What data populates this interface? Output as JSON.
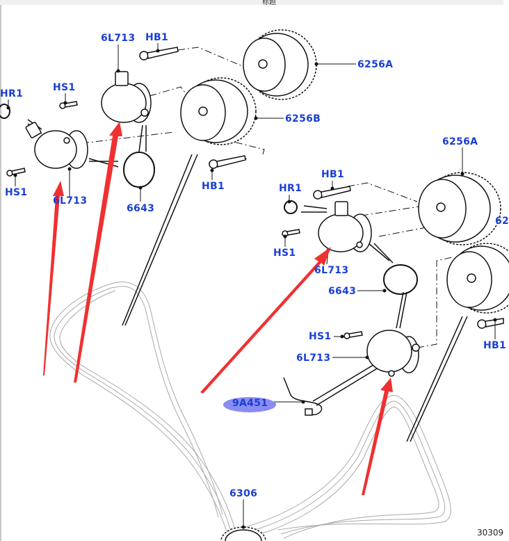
{
  "window": {
    "title": "标题"
  },
  "diagram": {
    "description": "Exploded parts diagram: camshaft variable valve timing solenoids, sprockets, seals and timing chain",
    "label_color": "#1a3fd6",
    "annotation_color": "#f03030",
    "highlight_color": "#8a8cf2",
    "callouts": [
      {
        "id": "hr1_left",
        "text": "HR1"
      },
      {
        "id": "hs1_top",
        "text": "HS1"
      },
      {
        "id": "l6713_top",
        "text": "6L713"
      },
      {
        "id": "hb1_top",
        "text": "HB1"
      },
      {
        "id": "c6256a_top",
        "text": "6256A"
      },
      {
        "id": "c6256b_top",
        "text": "6256B"
      },
      {
        "id": "hs1_left",
        "text": "HS1"
      },
      {
        "id": "l6713_left",
        "text": "6L713"
      },
      {
        "id": "c6643_left",
        "text": "6643"
      },
      {
        "id": "hb1_mid",
        "text": "HB1"
      },
      {
        "id": "c6256a_right",
        "text": "6256A"
      },
      {
        "id": "c62_right_cut",
        "text": "62"
      },
      {
        "id": "hb1_right",
        "text": "HB1"
      },
      {
        "id": "hr1_right",
        "text": "HR1"
      },
      {
        "id": "hs1_right",
        "text": "HS1"
      },
      {
        "id": "l6713_right",
        "text": "6L713"
      },
      {
        "id": "c6643_right",
        "text": "6643"
      },
      {
        "id": "hs1_bottom",
        "text": "HS1"
      },
      {
        "id": "l6713_bottom",
        "text": "6L713"
      },
      {
        "id": "hb1_far_right",
        "text": "HB1"
      },
      {
        "id": "c9a451",
        "text": "9A451",
        "highlighted": true
      },
      {
        "id": "c6306",
        "text": "6306"
      }
    ],
    "reference_number": "30309",
    "annotations": [
      {
        "type": "red-arrow",
        "points_to": "6L713 (left solenoid)"
      },
      {
        "type": "red-arrow",
        "points_to": "6L713 (top solenoid)"
      },
      {
        "type": "red-arrow",
        "points_to": "6L713 (right solenoid)"
      },
      {
        "type": "red-arrow",
        "points_to": "6L713 (bottom solenoid)"
      }
    ]
  }
}
